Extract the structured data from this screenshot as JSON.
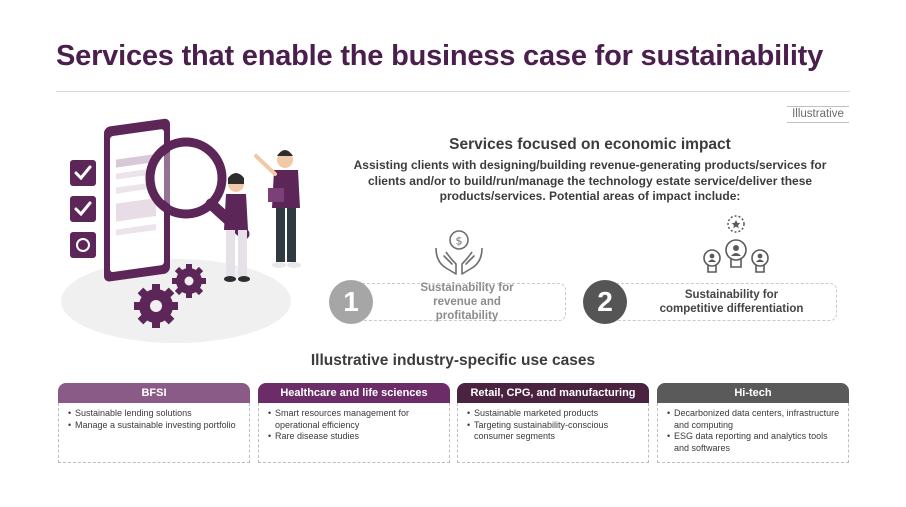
{
  "page": {
    "title": "Services that enable the business case for sustainability",
    "tag": "Illustrative"
  },
  "economic": {
    "heading": "Services focused on economic impact",
    "description": "Assisting clients with designing/building revenue-generating products/services for clients and/or to build/run/manage the technology estate service/deliver these products/services. Potential areas of impact include:"
  },
  "impacts": [
    {
      "number": "1",
      "label": "Sustainability for revenue and profitability",
      "icon": "hands-money-icon",
      "number_color": "#a6a6a6",
      "text_color": "#8c8c8c"
    },
    {
      "number": "2",
      "label": "Sustainability for competitive differentiation",
      "icon": "lightbulbs-icon",
      "number_color": "#555555",
      "text_color": "#454545"
    }
  ],
  "usecases": {
    "heading": "Illustrative industry-specific use cases",
    "cards": [
      {
        "title": "BFSI",
        "color": "#8b5b87",
        "items": [
          "Sustainable lending solutions",
          "Manage a sustainable investing portfolio"
        ]
      },
      {
        "title": "Healthcare and life sciences",
        "color": "#6b2c68",
        "items": [
          "Smart resources management for operational efficiency",
          "Rare disease studies"
        ]
      },
      {
        "title": "Retail, CPG, and manufacturing",
        "color": "#4a2340",
        "items": [
          "Sustainable marketed products",
          "Targeting sustainability-conscious consumer segments"
        ]
      },
      {
        "title": "Hi-tech",
        "color": "#5a5a5a",
        "items": [
          "Decarbonized data centers, infrastructure and computing",
          "ESG data reporting and analytics tools and softwares"
        ]
      }
    ]
  },
  "colors": {
    "brand": "#4b1f4d",
    "text": "#3c3c3c"
  }
}
